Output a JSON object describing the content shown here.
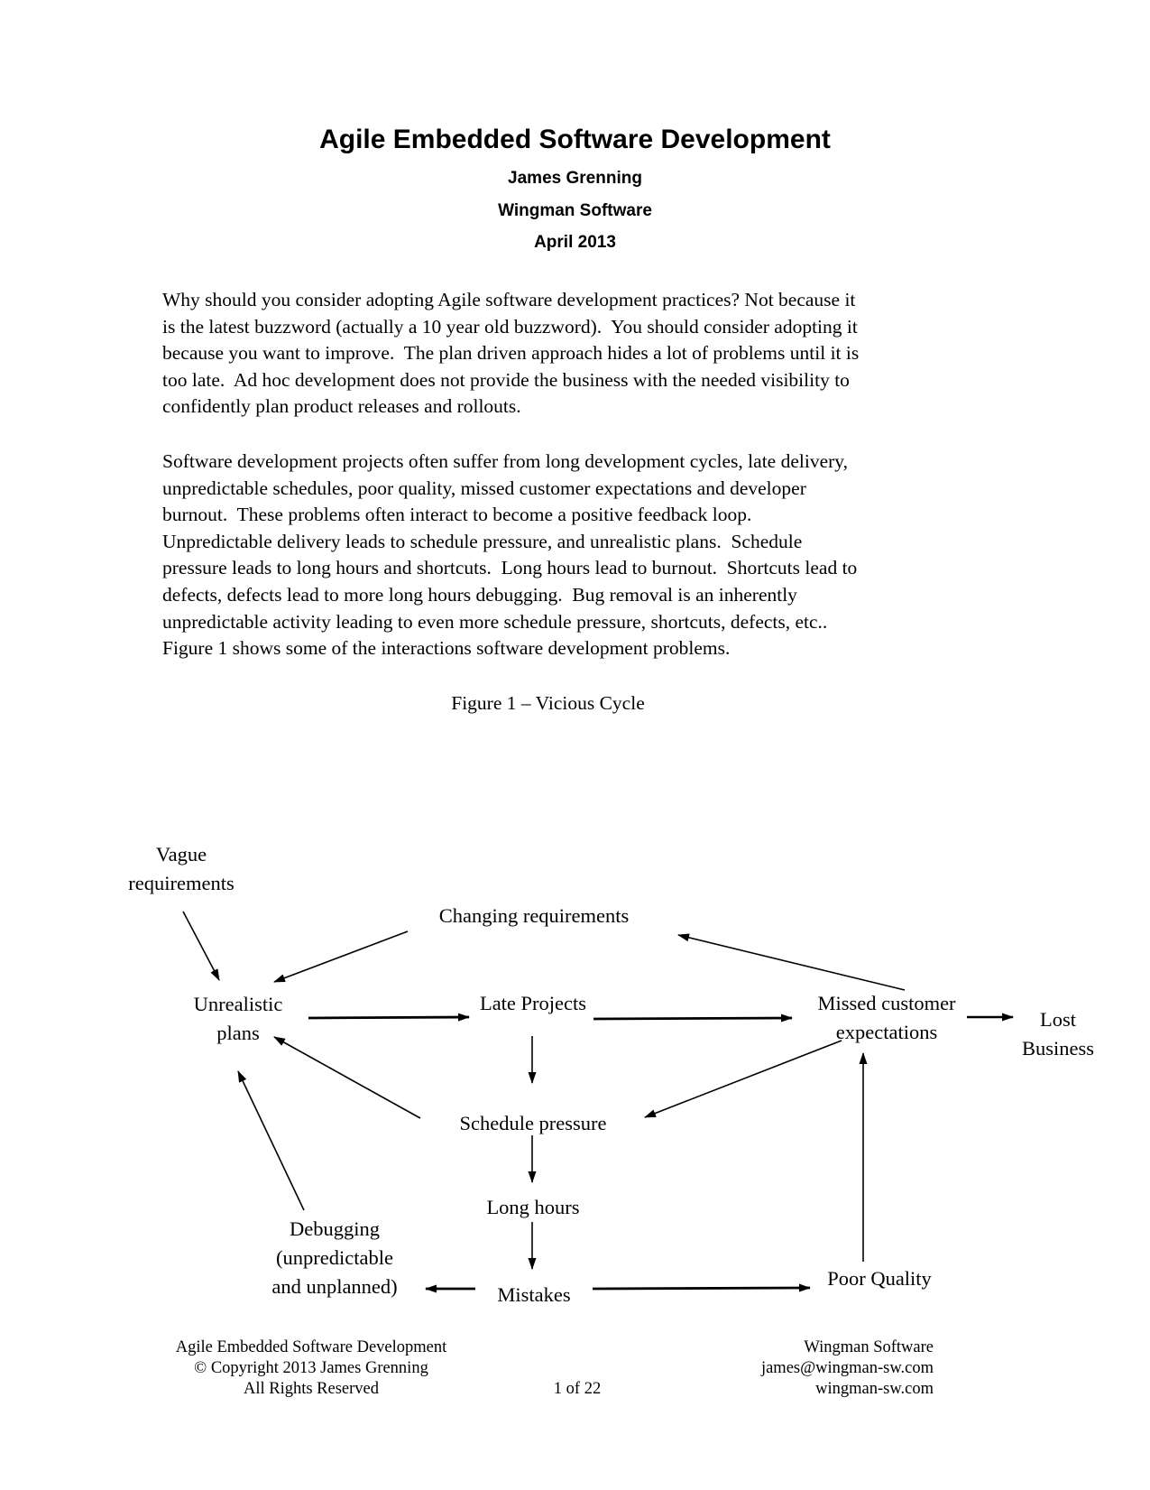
{
  "header": {
    "title": "Agile Embedded Software Development",
    "author": "James Grenning",
    "company": "Wingman Software",
    "date": "April 2013"
  },
  "paragraphs": {
    "p1": "Why should you consider adopting Agile software development practices? Not because it\nis the latest buzzword (actually a 10 year old buzzword).  You should consider adopting it\nbecause you want to improve.  The plan driven approach hides a lot of problems until it is\ntoo late.  Ad hoc development does not provide the business with the needed visibility to\nconfidently plan product releases and rollouts.",
    "p2": "Software development projects often suffer from long development cycles, late delivery,\nunpredictable schedules, poor quality, missed customer expectations and developer\nburnout.  These problems often interact to become a positive feedback loop.\nUnpredictable delivery leads to schedule pressure, and unrealistic plans.  Schedule\npressure leads to long hours and shortcuts.  Long hours lead to burnout.  Shortcuts lead to\ndefects, defects lead to more long hours debugging.  Bug removal is an inherently\nunpredictable activity leading to even more schedule pressure, shortcuts, defects, etc..\nFigure 1 shows some of the interactions software development problems."
  },
  "figure": {
    "caption": "Figure 1 – Vicious Cycle",
    "nodes": {
      "vague": "Vague\nrequirements",
      "changing": "Changing requirements",
      "unrealistic": "Unrealistic\nplans",
      "late": "Late Projects",
      "missed": "Missed customer\nexpectations",
      "lost": "Lost\nBusiness",
      "schedule": "Schedule pressure",
      "long_hours": "Long hours",
      "debugging": "Debugging\n(unpredictable\nand unplanned)",
      "mistakes": "Mistakes",
      "poor_quality": "Poor Quality"
    },
    "edges": [
      {
        "from": "vague",
        "to": "unrealistic"
      },
      {
        "from": "changing",
        "to": "unrealistic"
      },
      {
        "from": "unrealistic",
        "to": "late"
      },
      {
        "from": "late",
        "to": "missed"
      },
      {
        "from": "missed",
        "to": "changing"
      },
      {
        "from": "missed",
        "to": "lost"
      },
      {
        "from": "late",
        "to": "schedule"
      },
      {
        "from": "missed",
        "to": "schedule"
      },
      {
        "from": "schedule",
        "to": "unrealistic"
      },
      {
        "from": "schedule",
        "to": "long_hours"
      },
      {
        "from": "long_hours",
        "to": "mistakes"
      },
      {
        "from": "mistakes",
        "to": "debugging"
      },
      {
        "from": "mistakes",
        "to": "poor_quality"
      },
      {
        "from": "poor_quality",
        "to": "missed"
      },
      {
        "from": "debugging",
        "to": "unrealistic"
      }
    ],
    "ink_color": "#000000",
    "background_color": "#ffffff"
  },
  "footer": {
    "left": "Agile Embedded Software Development\n© Copyright 2013 James Grenning\nAll Rights Reserved",
    "page_number": "1 of 22",
    "right": "Wingman Software\njames@wingman-sw.com\nwingman-sw.com"
  }
}
